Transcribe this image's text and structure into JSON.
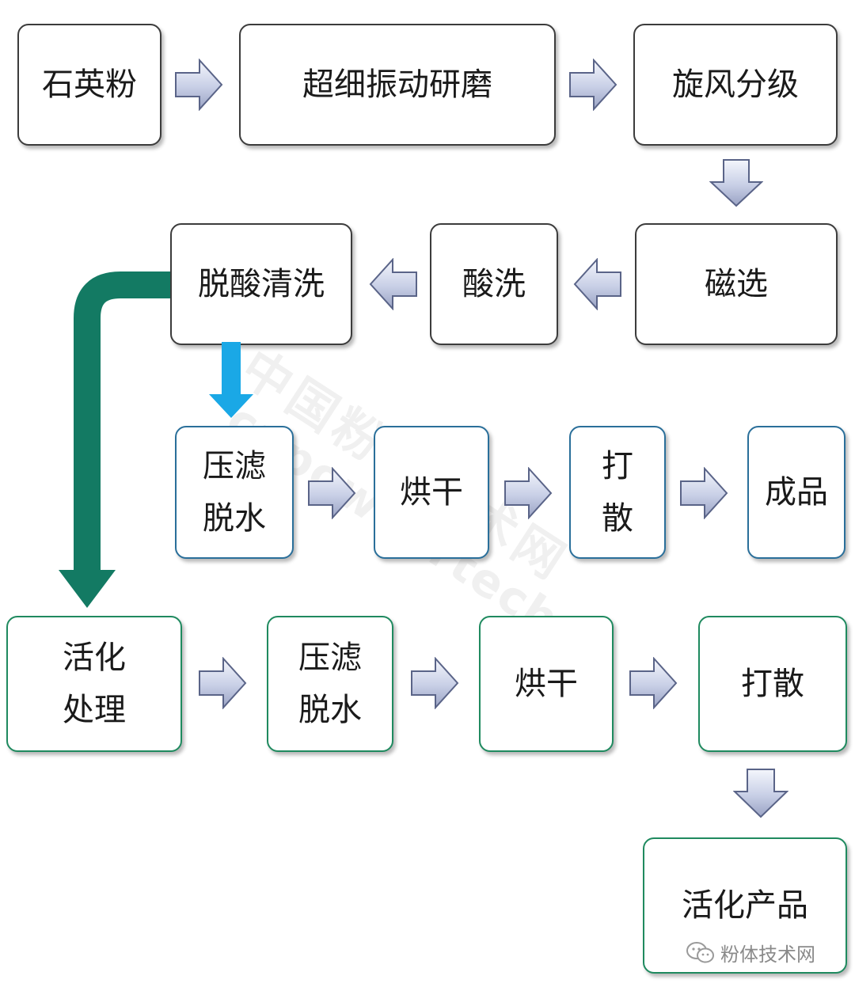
{
  "nodes": {
    "quartz_powder": "石英粉",
    "ultrafine_grinding": "超细振动研磨",
    "cyclone_classification": "旋风分级",
    "magnetic_separation": "磁选",
    "acid_wash": "酸洗",
    "deacid_cleaning": "脱酸清洗",
    "filter_press_1": [
      "压滤",
      "脱水"
    ],
    "drying_1": "烘干",
    "breakup_1": [
      "打",
      "散"
    ],
    "finished_product": "成品",
    "activation": [
      "活化",
      "处理"
    ],
    "filter_press_2": [
      "压滤",
      "脱水"
    ],
    "drying_2": "烘干",
    "breakup_2": "打散",
    "activated_product": "活化产品"
  },
  "watermark": {
    "cn": "中国粉体技术网",
    "en": "cnpowdertech"
  },
  "footer": {
    "brand": "粉体技术网",
    "icon": "wechat-icon"
  },
  "colors": {
    "gray_border": "#3c3c3c",
    "blue_border": "#2a6f9a",
    "green_border": "#1f8a5f",
    "green_arrow": "#137a63",
    "blue_arrow": "#1aa8e6",
    "block_arrow_fill": "#c9d0e6"
  }
}
